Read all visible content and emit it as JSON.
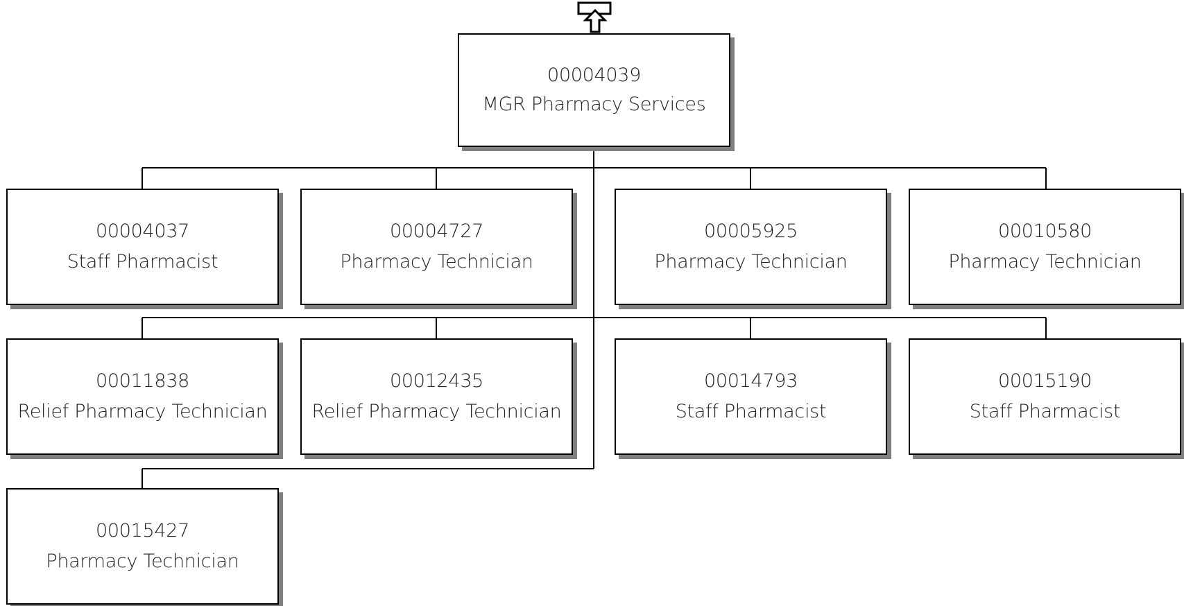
{
  "root": {
    "id": "00004039",
    "title": "MGR Pharmacy Services"
  },
  "children": [
    {
      "id": "00004037",
      "title": "Staff Pharmacist"
    },
    {
      "id": "00004727",
      "title": "Pharmacy Technician"
    },
    {
      "id": "00005925",
      "title": "Pharmacy Technician"
    },
    {
      "id": "00010580",
      "title": "Pharmacy Technician"
    },
    {
      "id": "00011838",
      "title": "Relief Pharmacy Technician"
    },
    {
      "id": "00012435",
      "title": "Relief Pharmacy Technician"
    },
    {
      "id": "00014793",
      "title": "Staff Pharmacist"
    },
    {
      "id": "00015190",
      "title": "Staff Pharmacist"
    },
    {
      "id": "00015427",
      "title": "Pharmacy Technician"
    }
  ],
  "navigation": {
    "up_icon": "up-arrow-icon"
  },
  "colors": {
    "border": "#000000",
    "shadow": "#808080",
    "background": "#ffffff"
  }
}
